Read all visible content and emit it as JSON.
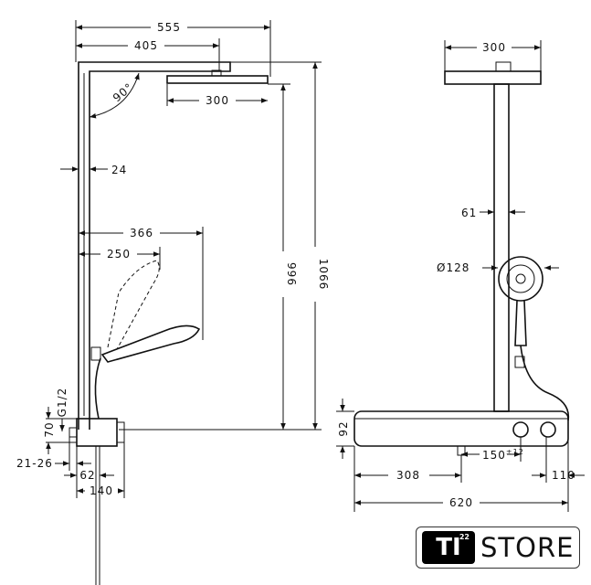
{
  "left_view": {
    "dims": {
      "overall_width": "555",
      "arm_length": "405",
      "head_width": "300",
      "angle": "90°",
      "rail_width": "24",
      "handshower_reach": "366",
      "handshower_offset": "250",
      "head_height": "996",
      "overall_height": "1066",
      "thread": "G1/2",
      "inlet_height": "70",
      "wall_distance": "21-26",
      "body_offset": "62",
      "body_depth": "140"
    }
  },
  "right_view": {
    "dims": {
      "head_width": "300",
      "column_width": "61",
      "handshower_diameter": "Ø128",
      "shelf_height": "92",
      "outlet_spacing": "150",
      "outlet_tolerance": "±12",
      "left_offset": "308",
      "right_offset": "110",
      "shelf_width": "620"
    }
  },
  "logo": {
    "mark": "TI",
    "superscript": "22",
    "text": "STORE"
  }
}
